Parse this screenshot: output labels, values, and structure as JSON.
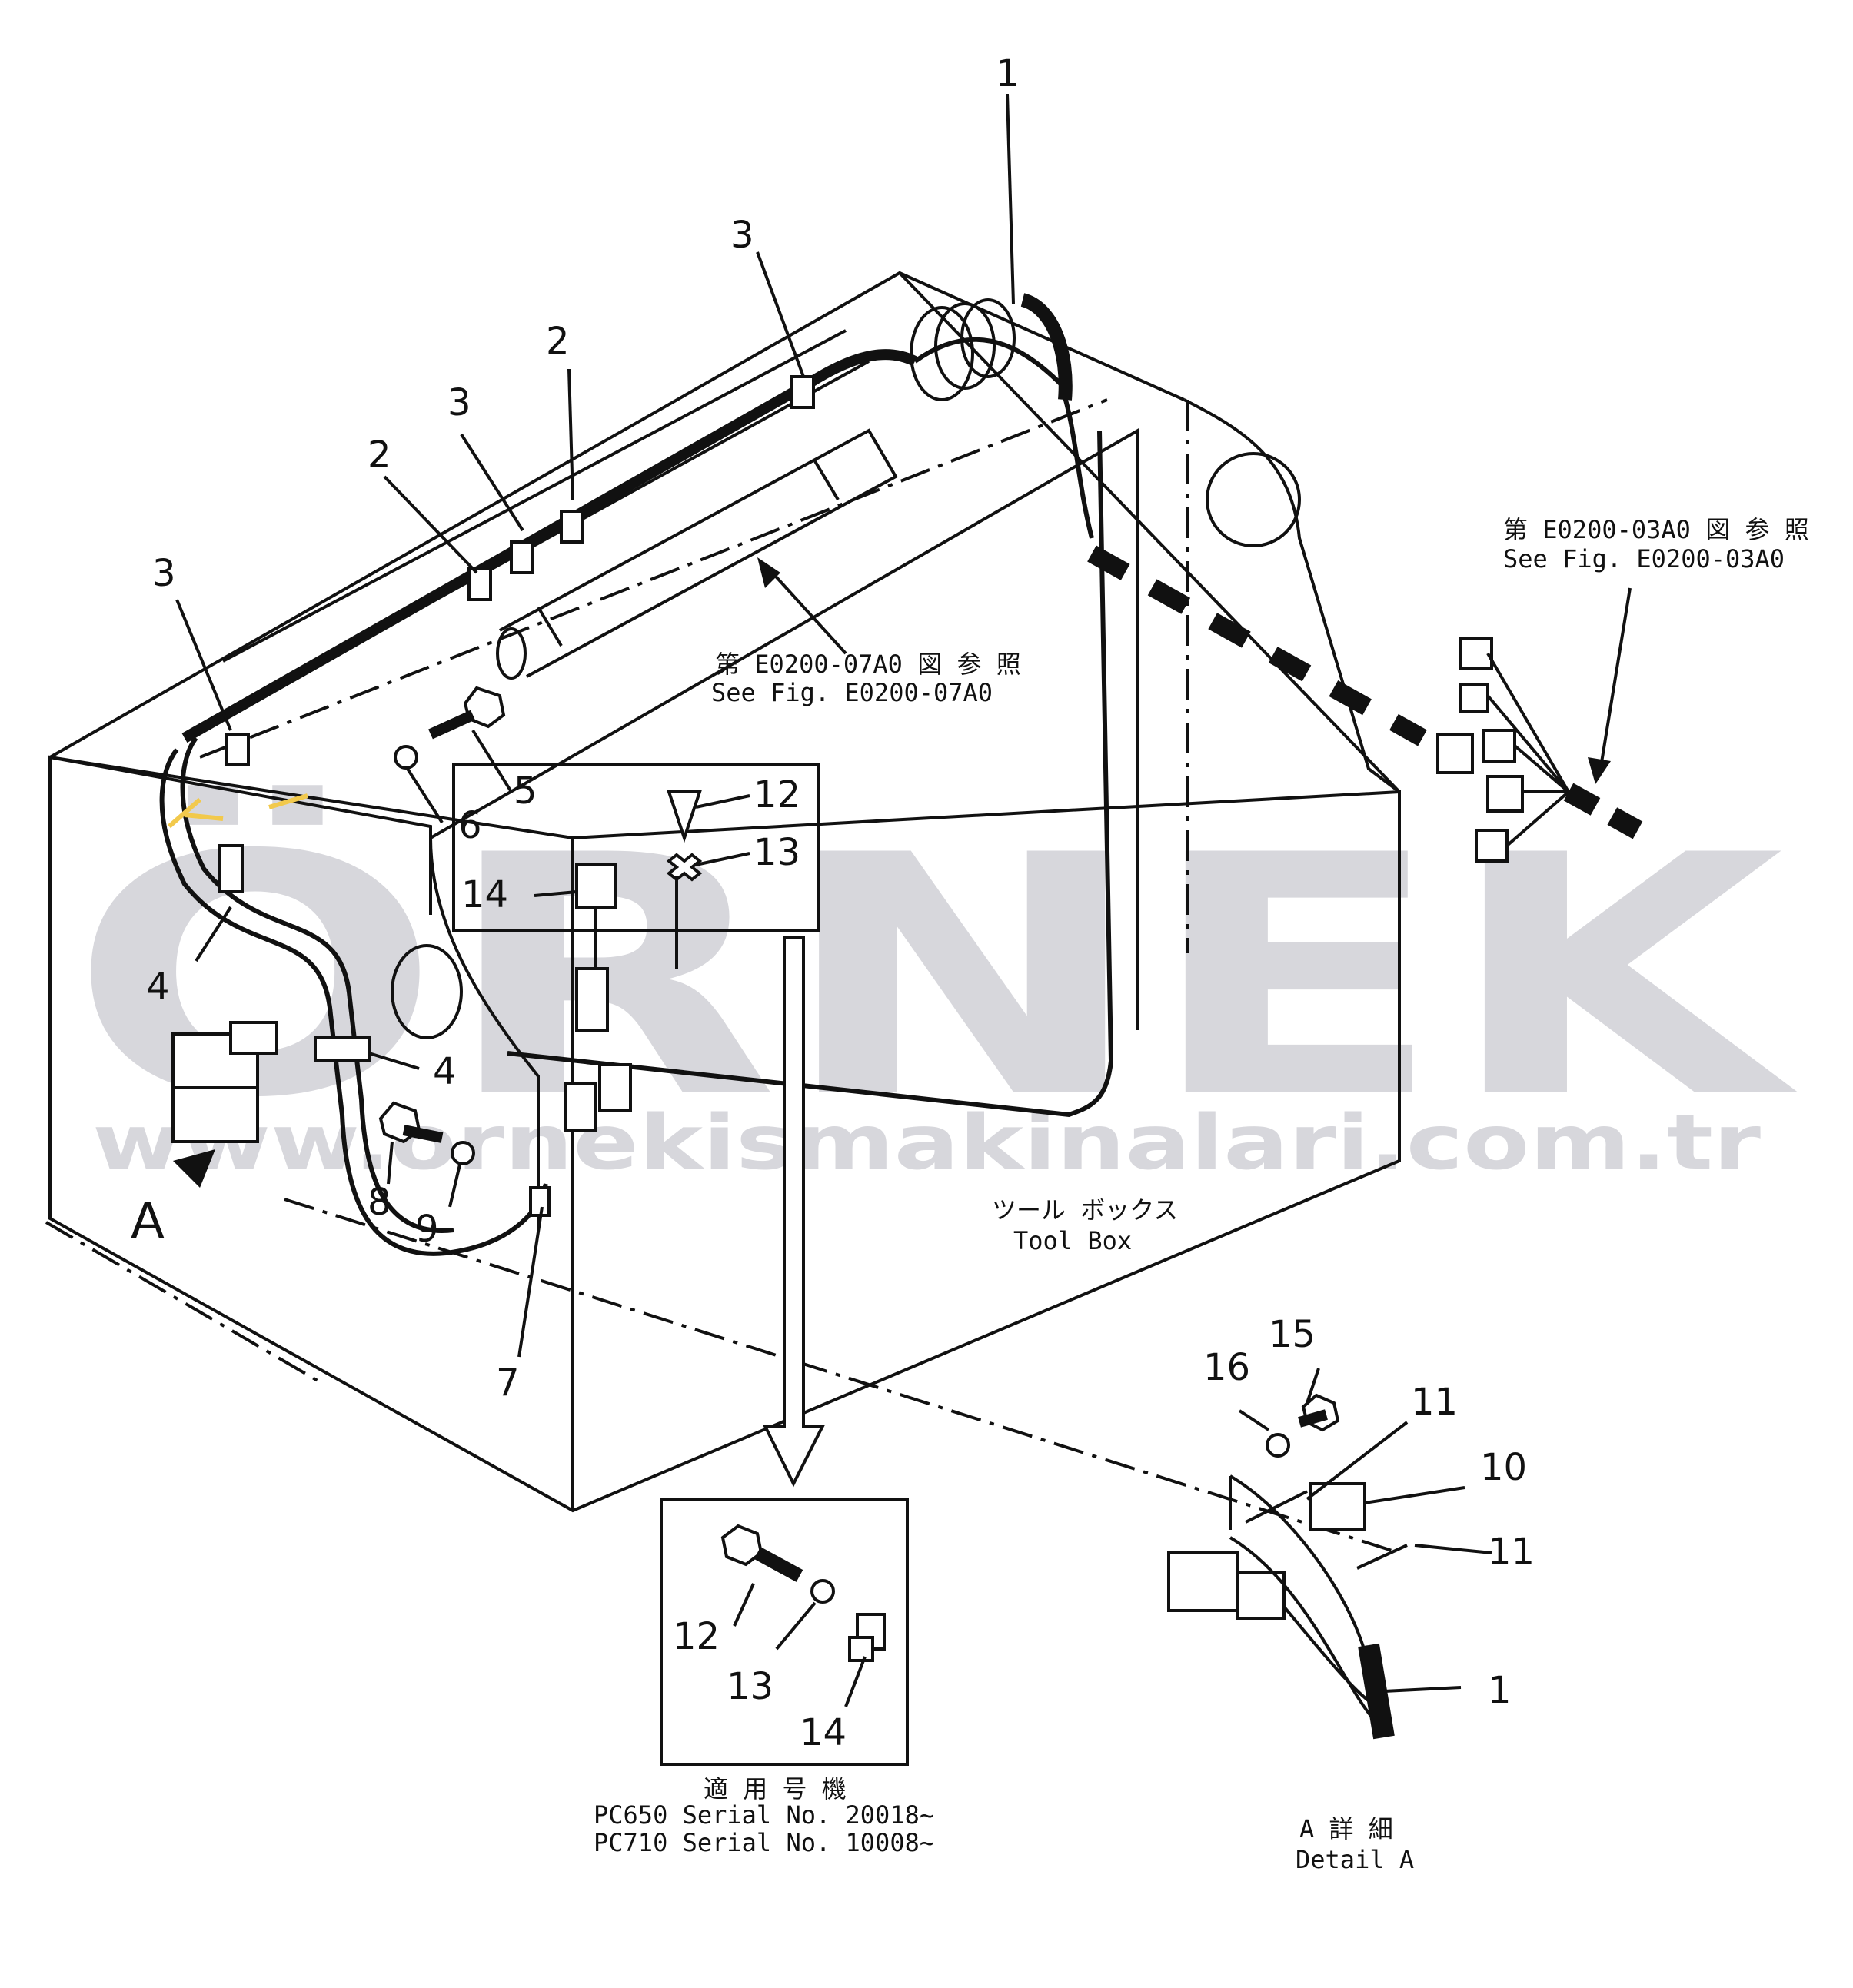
{
  "callouts": {
    "c1": "1",
    "c2a": "2",
    "c2b": "2",
    "c3a": "3",
    "c3b": "3",
    "c3c": "3",
    "c4a": "4",
    "c4b": "4",
    "c5": "5",
    "c6": "6",
    "c7": "7",
    "c8": "8",
    "c9": "9",
    "c12": "12",
    "c13": "13",
    "c14": "14",
    "v12": "12",
    "v13": "13",
    "v14": "14",
    "d10": "10",
    "d11a": "11",
    "d11b": "11",
    "d15": "15",
    "d16": "16",
    "d1": "1",
    "arrowA": "A"
  },
  "references": {
    "ref_top_jp": "第 E0200-03A0 図 参 照",
    "ref_top_en": "See Fig. E0200-03A0",
    "ref_mid_jp": "第 E0200-07A0 図 参 照",
    "ref_mid_en": "See Fig. E0200-07A0"
  },
  "toolbox": {
    "jp": "ツール ボックス",
    "en": "Tool Box"
  },
  "serial": {
    "jp": "適 用 号 機",
    "line1": "PC650  Serial  No.  20018~",
    "line2": "PC710  Serial  No.  10008~"
  },
  "detail": {
    "jp": "A 詳 細",
    "en": "Detail A"
  },
  "watermark": {
    "brand": "ÖRNEK",
    "url": "www.ornekismakinalari.com.tr"
  },
  "colors": {
    "ink": "#111111",
    "watermark": "#b8b8c0",
    "accent_yellow": "#f2c94c"
  }
}
